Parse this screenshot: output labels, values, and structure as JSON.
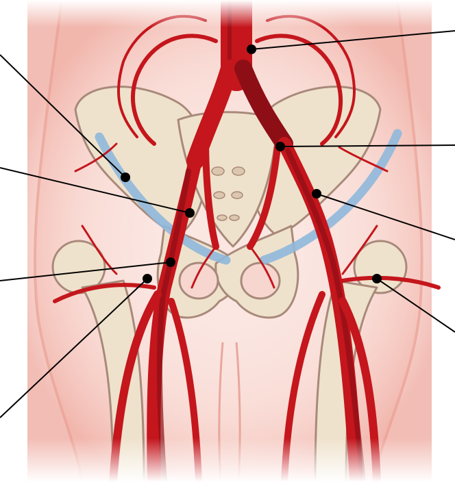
{
  "figure": {
    "subject": "pelvic-arteries-anterior-view",
    "labels_visible": false
  },
  "colors": {
    "background": "#ffffff",
    "skin_outline": "#e9a79c",
    "skin_glow": "#f6c9c1",
    "bone_fill": "#efe2cc",
    "bone_outline": "#a8897a",
    "artery": "#c4161c",
    "artery_dark": "#8e0e16",
    "ligament": "#8fb8dc",
    "leader_line": "#000000"
  },
  "markers": [
    {
      "id": "marker-aorta"
    },
    {
      "id": "marker-ligament-left"
    },
    {
      "id": "marker-external-iliac-left"
    },
    {
      "id": "marker-femoral-branch-left-upper"
    },
    {
      "id": "marker-femoral-branch-left-lower"
    },
    {
      "id": "marker-internal-iliac-right"
    },
    {
      "id": "marker-external-iliac-right"
    },
    {
      "id": "marker-circumflex-right"
    }
  ]
}
